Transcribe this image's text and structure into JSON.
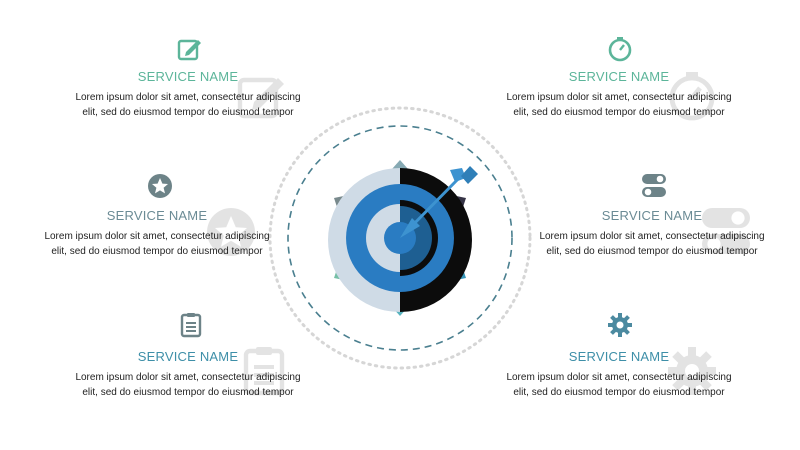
{
  "colors": {
    "title_green": "#5cb59a",
    "title_blue": "#3e8fa8",
    "title_gray": "#6b8b95",
    "icon_green": "#5cb59a",
    "icon_gray": "#6d8388",
    "icon_blue": "#4c8aa0",
    "drop_top": "#86a9b3",
    "drop_upper_left": "#798a8d",
    "drop_upper_right": "#353345",
    "drop_lower_left": "#75bfa6",
    "drop_lower_right": "#3796b9",
    "drop_bottom": "#58b3bf",
    "ring_dashed": "#4a7f8f",
    "ring_dotted": "#d6d6d6",
    "target_light": "#cfdbe6",
    "target_blue": "#2a7cc2",
    "target_dark": "#0c0c0c",
    "target_dark_blue": "#1e5f92",
    "arrow": "#3d93d0"
  },
  "services": [
    {
      "title": "SERVICE NAME",
      "desc": "Lorem ipsum dolor sit amet, consectetur adipiscing elit, sed do eiusmod tempor do eiusmod tempor",
      "icon": "edit-icon"
    },
    {
      "title": "SERVICE NAME",
      "desc": "Lorem ipsum dolor sit amet, consectetur adipiscing elit, sed do eiusmod tempor do eiusmod tempor",
      "icon": "star-icon"
    },
    {
      "title": "SERVICE NAME",
      "desc": "Lorem ipsum dolor sit amet, consectetur adipiscing elit, sed do eiusmod tempor do eiusmod tempor",
      "icon": "clipboard-icon"
    },
    {
      "title": "SERVICE NAME",
      "desc": "Lorem ipsum dolor sit amet, consectetur adipiscing elit, sed do eiusmod tempor do eiusmod tempor",
      "icon": "gauge-icon"
    },
    {
      "title": "SERVICE NAME",
      "desc": "Lorem ipsum dolor sit amet, consectetur adipiscing elit, sed do eiusmod tempor do eiusmod tempor",
      "icon": "toggle-icon"
    },
    {
      "title": "SERVICE NAME",
      "desc": "Lorem ipsum dolor sit amet, consectetur adipiscing elit, sed do eiusmod tempor do eiusmod tempor",
      "icon": "gear-icon"
    }
  ]
}
